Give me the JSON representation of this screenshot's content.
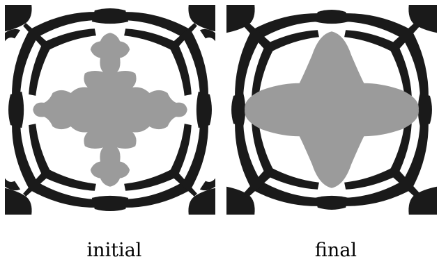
{
  "panels": [
    {
      "id": "initial",
      "caption": "initial"
    },
    {
      "id": "final",
      "caption": "final"
    }
  ],
  "colors": {
    "structure": "#1a1a1a",
    "inclusion": "#9b9b9b",
    "background": "#ffffff"
  }
}
